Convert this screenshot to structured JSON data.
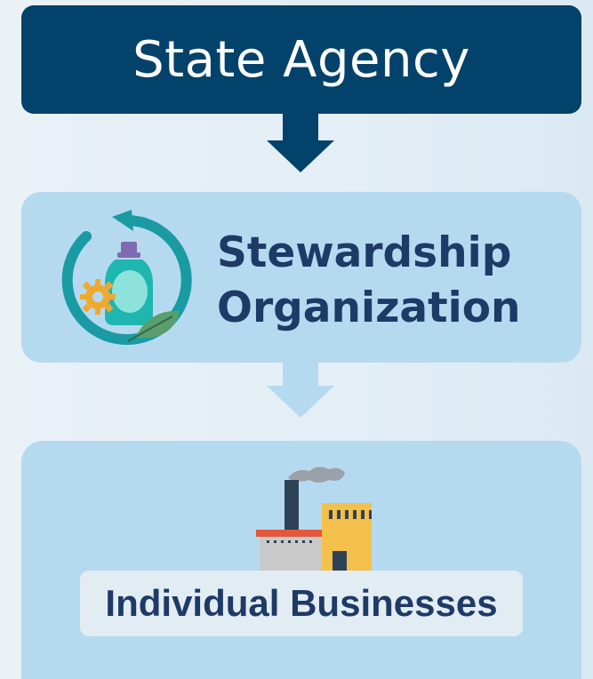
{
  "diagram": {
    "top_box": {
      "title": "State Agency",
      "color": "#03426a"
    },
    "middle_box": {
      "title_line1": "Stewardship",
      "title_line2": "Organization",
      "icon": "recycle-bottle-gear-leaf-icon",
      "color": "#b5daf0"
    },
    "bottom_box": {
      "title": "Individual Businesses",
      "icon": "factory-icon",
      "color": "#b5daf0"
    },
    "arrow_colors": {
      "first": "#03426a",
      "second": "#b5daf0"
    },
    "text_color": "#1e3a66"
  }
}
